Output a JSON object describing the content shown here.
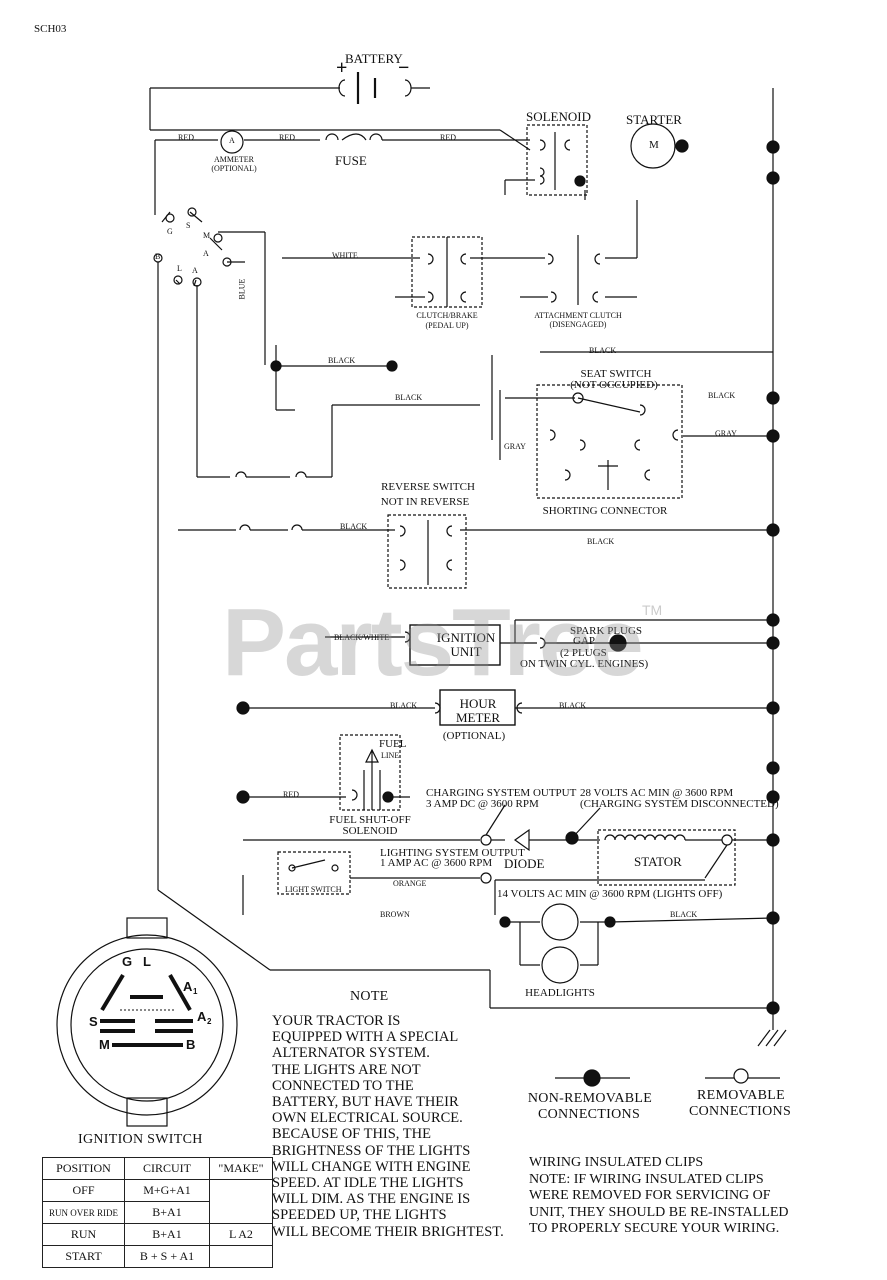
{
  "doc_code": "SCH03",
  "components": {
    "battery": "BATTERY",
    "battery_plus": "+",
    "battery_minus": "−",
    "solenoid": "SOLENOID",
    "starter": "STARTER",
    "starter_m": "M",
    "ammeter_a": "A",
    "ammeter": "AMMETER",
    "ammeter_optional": "(OPTIONAL)",
    "fuse": "FUSE",
    "clutch_brake_1": "CLUTCH/BRAKE",
    "clutch_brake_2": "(PEDAL UP)",
    "attachment_1": "ATTACHMENT CLUTCH",
    "attachment_2": "(DISENGAGED)",
    "seat_switch_1": "SEAT SWITCH",
    "seat_switch_2": "(NOT OCCUPIED)",
    "shorting_connector": "SHORTING CONNECTOR",
    "reverse_switch_1": "REVERSE SWITCH",
    "reverse_switch_2": "NOT IN REVERSE",
    "ignition_unit_1": "IGNITION",
    "ignition_unit_2": "UNIT",
    "spark_1": "SPARK PLUGS",
    "spark_2": "GAP",
    "spark_3": "(2 PLUGS",
    "spark_4": "ON TWIN CYL. ENGINES)",
    "hour_meter_1": "HOUR",
    "hour_meter_2": "METER",
    "hour_meter_3": "(OPTIONAL)",
    "fuel_line_1": "FUEL",
    "fuel_line_2": "LINE",
    "fuel_solenoid_1": "FUEL SHUT-OFF",
    "fuel_solenoid_2": "SOLENOID",
    "charging_1": "CHARGING SYSTEM OUTPUT",
    "charging_2": "3 AMP DC @ 3600 RPM",
    "ac28_1": "28 VOLTS AC MIN @ 3600 RPM",
    "ac28_2": "(CHARGING SYSTEM DISCONNECTED)",
    "lighting_1": "LIGHTING SYSTEM OUTPUT",
    "lighting_2": "1 AMP AC @ 3600 RPM",
    "diode": "DIODE",
    "stator": "STATOR",
    "light_switch": "LIGHT SWITCH",
    "ac14": "14 VOLTS AC MIN @ 3600 RPM (LIGHTS OFF)",
    "headlights": "HEADLIGHTS"
  },
  "ign_terminals": {
    "s": "S",
    "m": "M",
    "g": "G",
    "l": "L",
    "a1": "A",
    "a2": "A",
    "b": "B"
  },
  "wires": {
    "red_1": "RED",
    "red_2": "RED",
    "red_3": "RED",
    "red_4": "RED",
    "white": "WHITE",
    "blue": "BLUE",
    "black_1": "BLACK",
    "black_2": "BLACK",
    "black_3": "BLACK",
    "black_4": "BLACK",
    "black_5": "BLACK",
    "black_6": "BLACK",
    "black_7": "BLACK",
    "black_8": "BLACK",
    "black_9": "BLACK",
    "gray_1": "GRAY",
    "gray_2": "GRAY",
    "black_white": "BLACK/WHITE",
    "orange": "ORANGE",
    "brown": "BROWN"
  },
  "watermark": "PartsTree",
  "watermark_tm": "TM",
  "ignition_switch": {
    "title": "IGNITION SWITCH",
    "face": {
      "g": "G",
      "l": "L",
      "a1": "A",
      "a1_sub": "1",
      "s": "S",
      "a2": "A",
      "a2_sub": "2",
      "m": "M",
      "b": "B"
    },
    "headers": [
      "POSITION",
      "CIRCUIT",
      "\"MAKE\""
    ],
    "rows": [
      {
        "position": "OFF",
        "circuit": "M+G+A1",
        "make": ""
      },
      {
        "position": "RUN OVER RIDE",
        "circuit": "B+A1",
        "make": ""
      },
      {
        "position": "RUN",
        "circuit": "B+A1",
        "make": "L  A2"
      },
      {
        "position": "START",
        "circuit": "B + S + A1",
        "make": ""
      }
    ]
  },
  "note": {
    "title": "NOTE",
    "body": "YOUR TRACTOR IS\nEQUIPPED WITH A SPECIAL\nALTERNATOR SYSTEM.\nTHE LIGHTS ARE NOT\nCONNECTED TO THE\nBATTERY, BUT HAVE THEIR\nOWN ELECTRICAL SOURCE.\nBECAUSE OF THIS, THE\nBRIGHTNESS OF THE LIGHTS\nWILL CHANGE WITH ENGINE\nSPEED.  AT IDLE THE LIGHTS\nWILL DIM.  AS THE ENGINE IS\nSPEEDED UP, THE LIGHTS\nWILL BECOME THEIR BRIGHTEST."
  },
  "legend": {
    "non_removable_1": "NON-REMOVABLE",
    "non_removable_2": "CONNECTIONS",
    "removable_1": "REMOVABLE",
    "removable_2": "CONNECTIONS"
  },
  "clips": {
    "body": "WIRING INSULATED CLIPS\nNOTE:  IF WIRING INSULATED CLIPS\nWERE REMOVED FOR SERVICING OF\nUNIT, THEY SHOULD BE RE-INSTALLED\nTO PROPERLY SECURE YOUR WIRING."
  }
}
